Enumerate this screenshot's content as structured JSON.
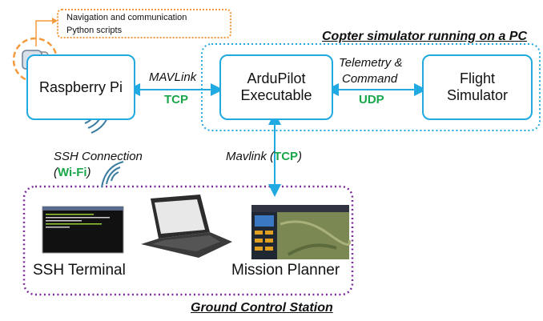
{
  "note": {
    "line1": "Navigation and  communication",
    "line2": "Python scripts"
  },
  "pc_group": {
    "title": "Copter simulator running on a PC"
  },
  "gcs_group": {
    "title": "Ground Control Station"
  },
  "nodes": {
    "raspberry": "Raspberry Pi",
    "ardupilot_line1": "ArduPilot",
    "ardupilot_line2": "Executable",
    "flight_line1": "Flight",
    "flight_line2": "Simulator"
  },
  "links": {
    "mavlink": "MAVLink",
    "mavlink_proto": "TCP",
    "telemetry_line1": "Telemetry &",
    "telemetry_line2": "Command",
    "telemetry_proto": "UDP",
    "mavlink_gcs": "Mavlink",
    "mavlink_gcs_open": "(",
    "mavlink_gcs_proto": "TCP",
    "mavlink_gcs_close": ")",
    "ssh_line1": "SSH Connection",
    "ssh_open": "(",
    "ssh_proto": "Wi-Fi",
    "ssh_close": ")"
  },
  "gcs_items": {
    "terminal": "SSH Terminal",
    "planner": "Mission Planner"
  },
  "colors": {
    "accent": "#21a9e1",
    "green": "#1aa64a",
    "orange": "#f59a3c",
    "purple": "#7a2a9a"
  }
}
